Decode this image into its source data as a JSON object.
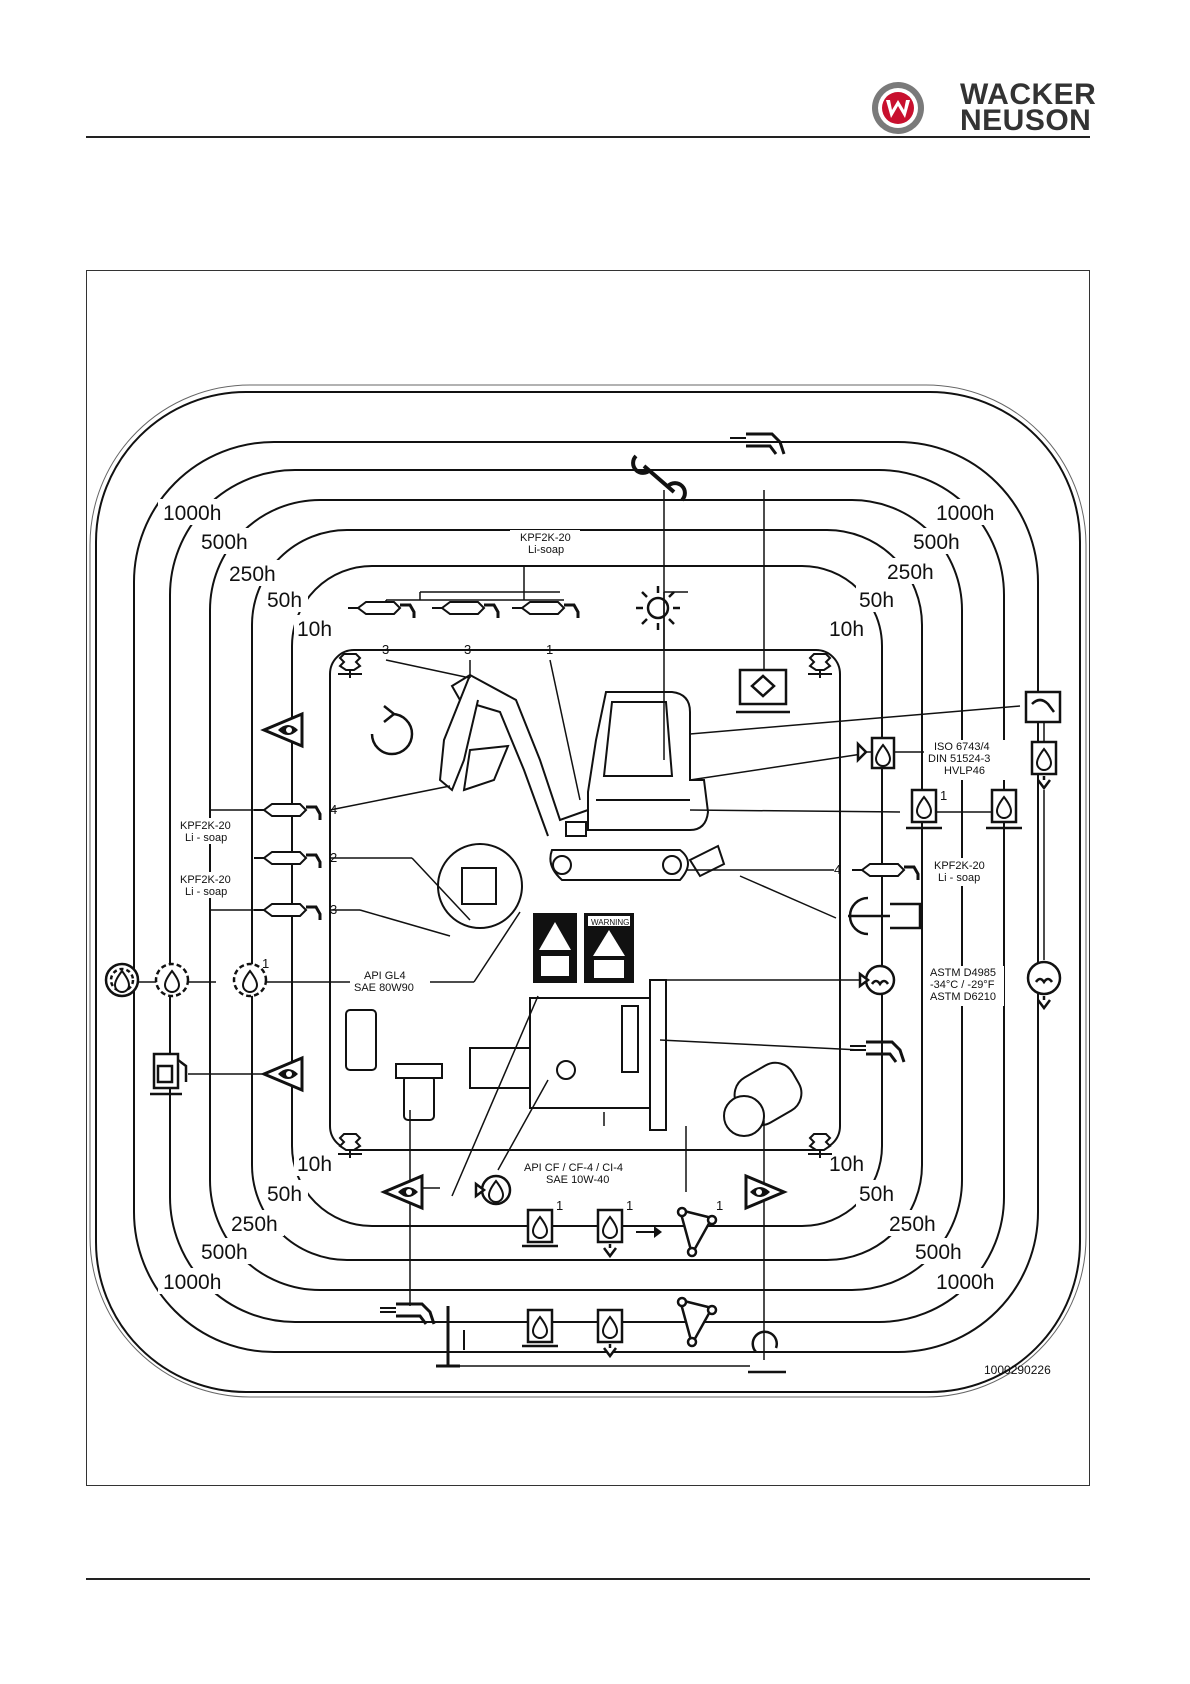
{
  "header": {
    "brand_line1": "WACKER",
    "brand_line2": "NEUSON"
  },
  "intervals": {
    "left_top": [
      "1000h",
      "500h",
      "250h",
      "50h",
      "10h"
    ],
    "right_top": [
      "1000h",
      "500h",
      "250h",
      "50h",
      "10h"
    ],
    "left_bottom": [
      "10h",
      "50h",
      "250h",
      "500h",
      "1000h"
    ],
    "right_bottom": [
      "10h",
      "50h",
      "250h",
      "500h",
      "1000h"
    ]
  },
  "lubricants": {
    "grease_top": [
      "KPF2K-20",
      "Li-soap"
    ],
    "grease_left_1": [
      "KPF2K-20",
      "Li - soap"
    ],
    "grease_left_2": [
      "KPF2K-20",
      "Li - soap"
    ],
    "grease_right": [
      "KPF2K-20",
      "Li - soap"
    ],
    "hydraulic": [
      "ISO 6743/4",
      "DIN 51524-3",
      "HVLP46"
    ],
    "gear_oil": [
      "API GL4",
      "SAE 80W90"
    ],
    "coolant": [
      "ASTM D4985",
      "-34°C / -29°F",
      "ASTM D6210"
    ],
    "engine_oil": [
      "API CF / CF-4 / CI-4",
      "SAE 10W-40"
    ]
  },
  "point_numbers": {
    "grease_top": [
      "3",
      "3",
      "1"
    ],
    "grease_left": [
      "4",
      "2",
      "3"
    ],
    "grease_right": "4",
    "gear_oil": "1",
    "hydraulic_filter": "1",
    "engine_oil_1": "1",
    "engine_oil_2": "1",
    "belt": "1"
  },
  "warning_label": "WARNING",
  "document_id": "1000290226",
  "icons": [
    "wacker-neuson-logo",
    "wrench-icon",
    "grease-gun-icon",
    "compressed-air-icon",
    "light-icon",
    "visual-inspection-icon",
    "rotation-icon",
    "hydraulic-oil-icon",
    "gear-oil-icon",
    "fuel-icon",
    "coolant-icon",
    "engine-oil-icon",
    "belt-icon",
    "track-tension-icon",
    "battery-icon",
    "air-filter-icon",
    "operator-manual-icon"
  ]
}
